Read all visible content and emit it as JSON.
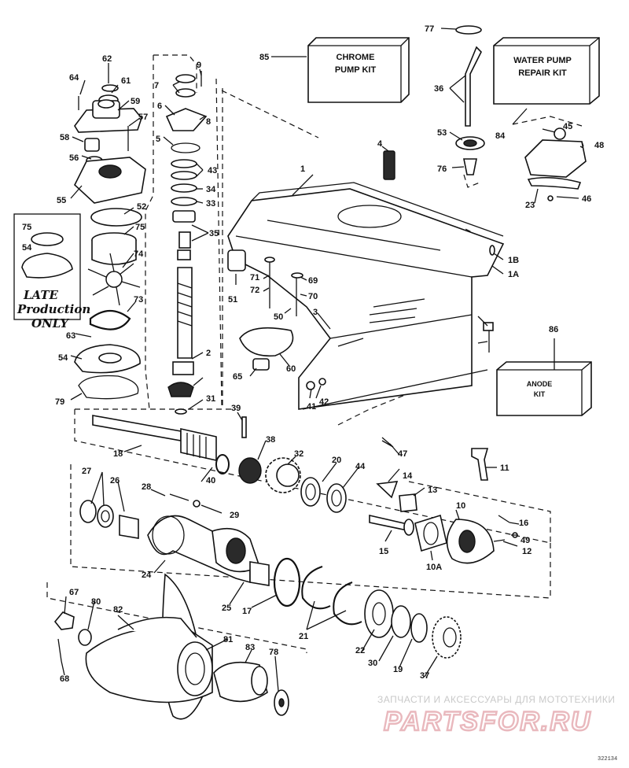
{
  "kit_boxes": {
    "chrome_pump_kit": {
      "number": "85",
      "line1": "CHROME",
      "line2": "PUMP KIT"
    },
    "water_pump_repair_kit": {
      "number": "84",
      "line1": "WATER PUMP",
      "line2": "REPAIR KIT"
    },
    "anode_kit": {
      "number": "86",
      "line1": "ANODE",
      "line2": "KIT"
    }
  },
  "handwritten_note": {
    "line1": "LATE",
    "line2": "Production",
    "line3": "ONLY"
  },
  "part_labels": [
    "1",
    "1A",
    "1B",
    "2",
    "3",
    "4",
    "5",
    "6",
    "7",
    "8",
    "9",
    "10",
    "10A",
    "11",
    "12",
    "13",
    "14",
    "15",
    "16",
    "17",
    "18",
    "19",
    "20",
    "21",
    "22",
    "23",
    "24",
    "25",
    "26",
    "27",
    "28",
    "29",
    "30",
    "31",
    "32",
    "33",
    "34",
    "35",
    "36",
    "37",
    "38",
    "39",
    "40",
    "41",
    "42",
    "43",
    "44",
    "45",
    "46",
    "47",
    "48",
    "49",
    "50",
    "51",
    "52",
    "53",
    "54",
    "55",
    "56",
    "57",
    "58",
    "59",
    "60",
    "61",
    "62",
    "63",
    "64",
    "65",
    "67",
    "68",
    "69",
    "70",
    "71",
    "72",
    "73",
    "74",
    "75",
    "76",
    "77",
    "78",
    "79",
    "80",
    "81",
    "82",
    "83"
  ],
  "watermark": {
    "line1": "ЗАПЧАСТИ И АКСЕССУАРЫ ДЛЯ МОТОТЕХНИКИ",
    "line2": "PARTSFOR.RU"
  },
  "drawing_code": "322134"
}
